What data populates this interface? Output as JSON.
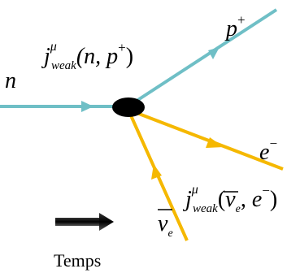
{
  "diagram": {
    "colors": {
      "nucleon": "#6fbfc6",
      "lepton": "#f5b800",
      "vertex": "#000000",
      "time_arrow": "#000000"
    },
    "particles": {
      "neutron": "n",
      "proton": "p",
      "proton_charge": "+",
      "electron": "e",
      "electron_charge": "−",
      "antineutrino": "ν",
      "antineutrino_sub": "e"
    },
    "currents": {
      "hadronic": {
        "symbol": "j",
        "index": "μ",
        "sub": "weak",
        "args_open": "(n, ",
        "arg_particle": "p",
        "arg_charge": "+",
        "args_close": ")"
      },
      "leptonic": {
        "symbol": "j",
        "index": "μ",
        "sub": "weak",
        "args_open": "(",
        "arg_particle": "ν",
        "arg_sub": "e",
        "arg_sep": ", ",
        "arg_particle2": "e",
        "arg_charge2": "−",
        "args_close": ")"
      }
    },
    "time_label": "Temps"
  }
}
